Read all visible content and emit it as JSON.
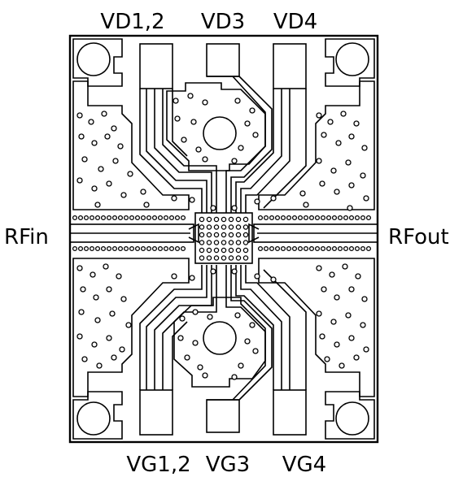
{
  "pins": {
    "top": [
      "VD1,2",
      "VD3",
      "VD4"
    ],
    "bottom": [
      "VG1,2",
      "VG3",
      "VG4"
    ],
    "left": "RFin",
    "right": "RFout"
  }
}
